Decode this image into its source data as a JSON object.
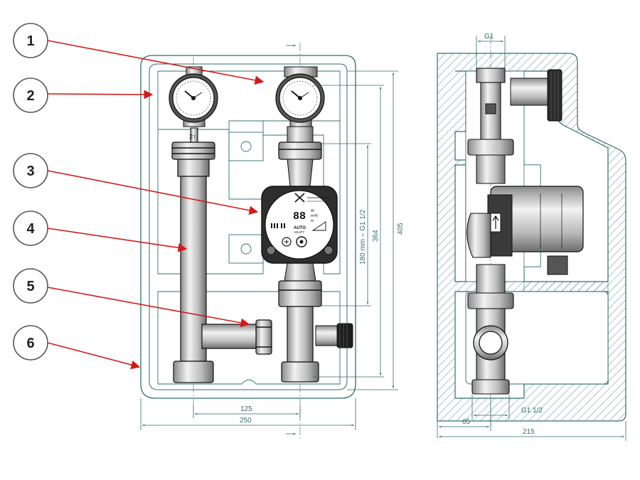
{
  "callouts": [
    {
      "label": "1"
    },
    {
      "label": "2"
    },
    {
      "label": "3"
    },
    {
      "label": "4"
    },
    {
      "label": "5"
    },
    {
      "label": "6"
    }
  ],
  "front_view": {
    "dim_width_total": "250",
    "dim_pipe_spacing": "125",
    "dim_height_total": "405",
    "dim_height_inner": "364",
    "dim_pump_length": "180 mm – G1 1/2",
    "pump_display": "88",
    "pump_mode_label": "AUTO",
    "pump_mode_sub": "ADAPT",
    "pump_unit_w": "W",
    "pump_unit_m3h": "m³/h",
    "pump_unit_m": "m",
    "valve_label": "2↑"
  },
  "side_view": {
    "dim_top_thread": "G1",
    "dim_bottom_thread": "G1 1/2",
    "dim_offset": "65",
    "dim_depth_total": "215"
  },
  "colors": {
    "outline": "#2f6f6a",
    "arrow": "#d11b1b",
    "hatch": "#2f6f6a",
    "metal": "#c9c9c9",
    "dark_metal": "#3a3a3a"
  }
}
